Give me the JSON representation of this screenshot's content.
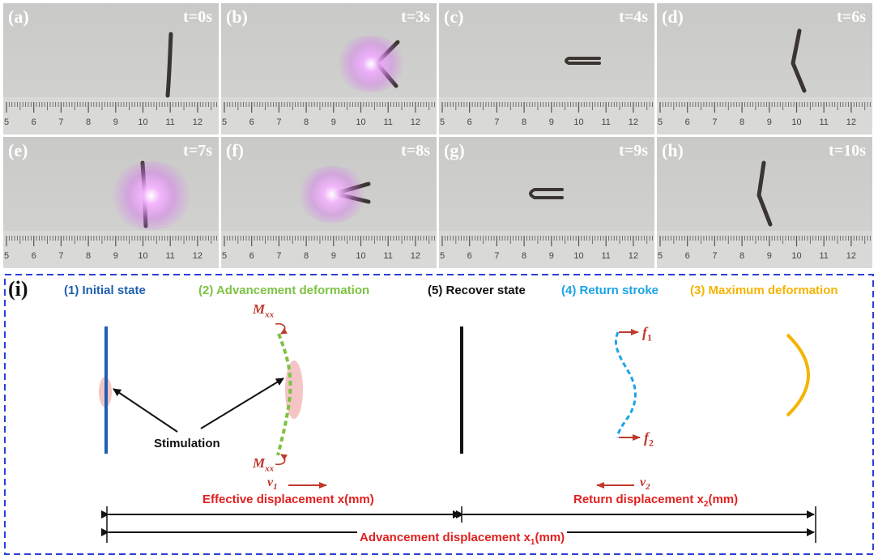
{
  "panels": [
    {
      "label": "(a)",
      "time": "t=0s"
    },
    {
      "label": "(b)",
      "time": "t=3s"
    },
    {
      "label": "(c)",
      "time": "t=4s"
    },
    {
      "label": "(d)",
      "time": "t=6s"
    },
    {
      "label": "(e)",
      "time": "t=7s"
    },
    {
      "label": "(f)",
      "time": "t=8s"
    },
    {
      "label": "(g)",
      "time": "t=9s"
    },
    {
      "label": "(h)",
      "time": "t=10s"
    }
  ],
  "ruler_numbers": [
    "5",
    "6",
    "7",
    "8",
    "9",
    "10",
    "11",
    "12"
  ],
  "schematic": {
    "label": "(i)",
    "states": {
      "initial": "(1) Initial state",
      "advancement": "(2) Advancement deformation",
      "recover": "(5) Recover state",
      "return_stroke": "(4) Return stroke",
      "maximum": "(3) Maximum deformation"
    },
    "stimulation": "Stimulation",
    "moment": {
      "base": "M",
      "sub": "xx"
    },
    "force1": {
      "base": "f",
      "sub": "1"
    },
    "force2": {
      "base": "f",
      "sub": "2"
    },
    "velocity1": {
      "base": "v",
      "sub": "1"
    },
    "velocity2": {
      "base": "v",
      "sub": "2"
    },
    "effective_displacement": "Effective displacement x(mm)",
    "return_displacement": {
      "prefix": "Return displacement x",
      "sub": "2",
      "suffix": "(mm)"
    },
    "advancement_displacement": {
      "prefix": "Advancement displacement x",
      "sub": "1",
      "suffix": "(mm)"
    }
  },
  "colors": {
    "initial": "#1f5fb0",
    "advancement": "#7dc242",
    "recover": "#111111",
    "return_stroke": "#1aa3e8",
    "maximum": "#f5b400",
    "annotation_red": "#e02020",
    "arrow_red": "#c0392b",
    "frame_blue": "#2b3fd6"
  }
}
